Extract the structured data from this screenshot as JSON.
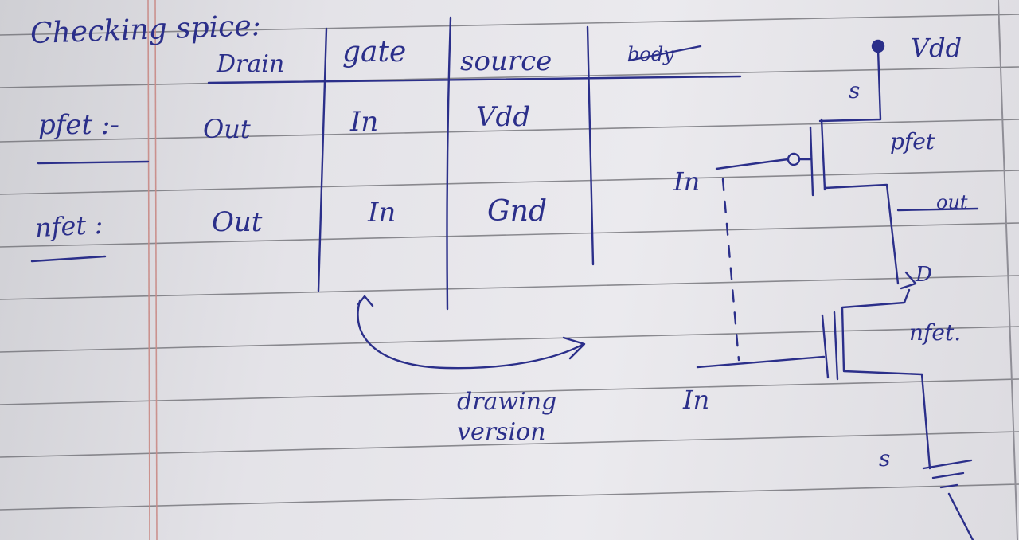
{
  "title": "Checking spice:",
  "table": {
    "headers": [
      "Drain",
      "gate",
      "source",
      "body"
    ],
    "rows": [
      {
        "label": "pfet :-",
        "drain": "Out",
        "gate": "In",
        "source": "Vdd"
      },
      {
        "label": "nfet :",
        "drain": "Out",
        "gate": "In",
        "source": "Gnd"
      }
    ]
  },
  "arrow_note": "drawing version",
  "circuit": {
    "vdd": "Vdd",
    "pfet": "pfet",
    "nfet": "nfet.",
    "out": "out",
    "in_top": "In",
    "in_bottom": "In",
    "s_top": "s",
    "d_mid": "D",
    "s_bottom": "s"
  },
  "colors": {
    "ink": "#2b2f8a",
    "rule": "#6a6a70",
    "margin": "#c98a86"
  }
}
